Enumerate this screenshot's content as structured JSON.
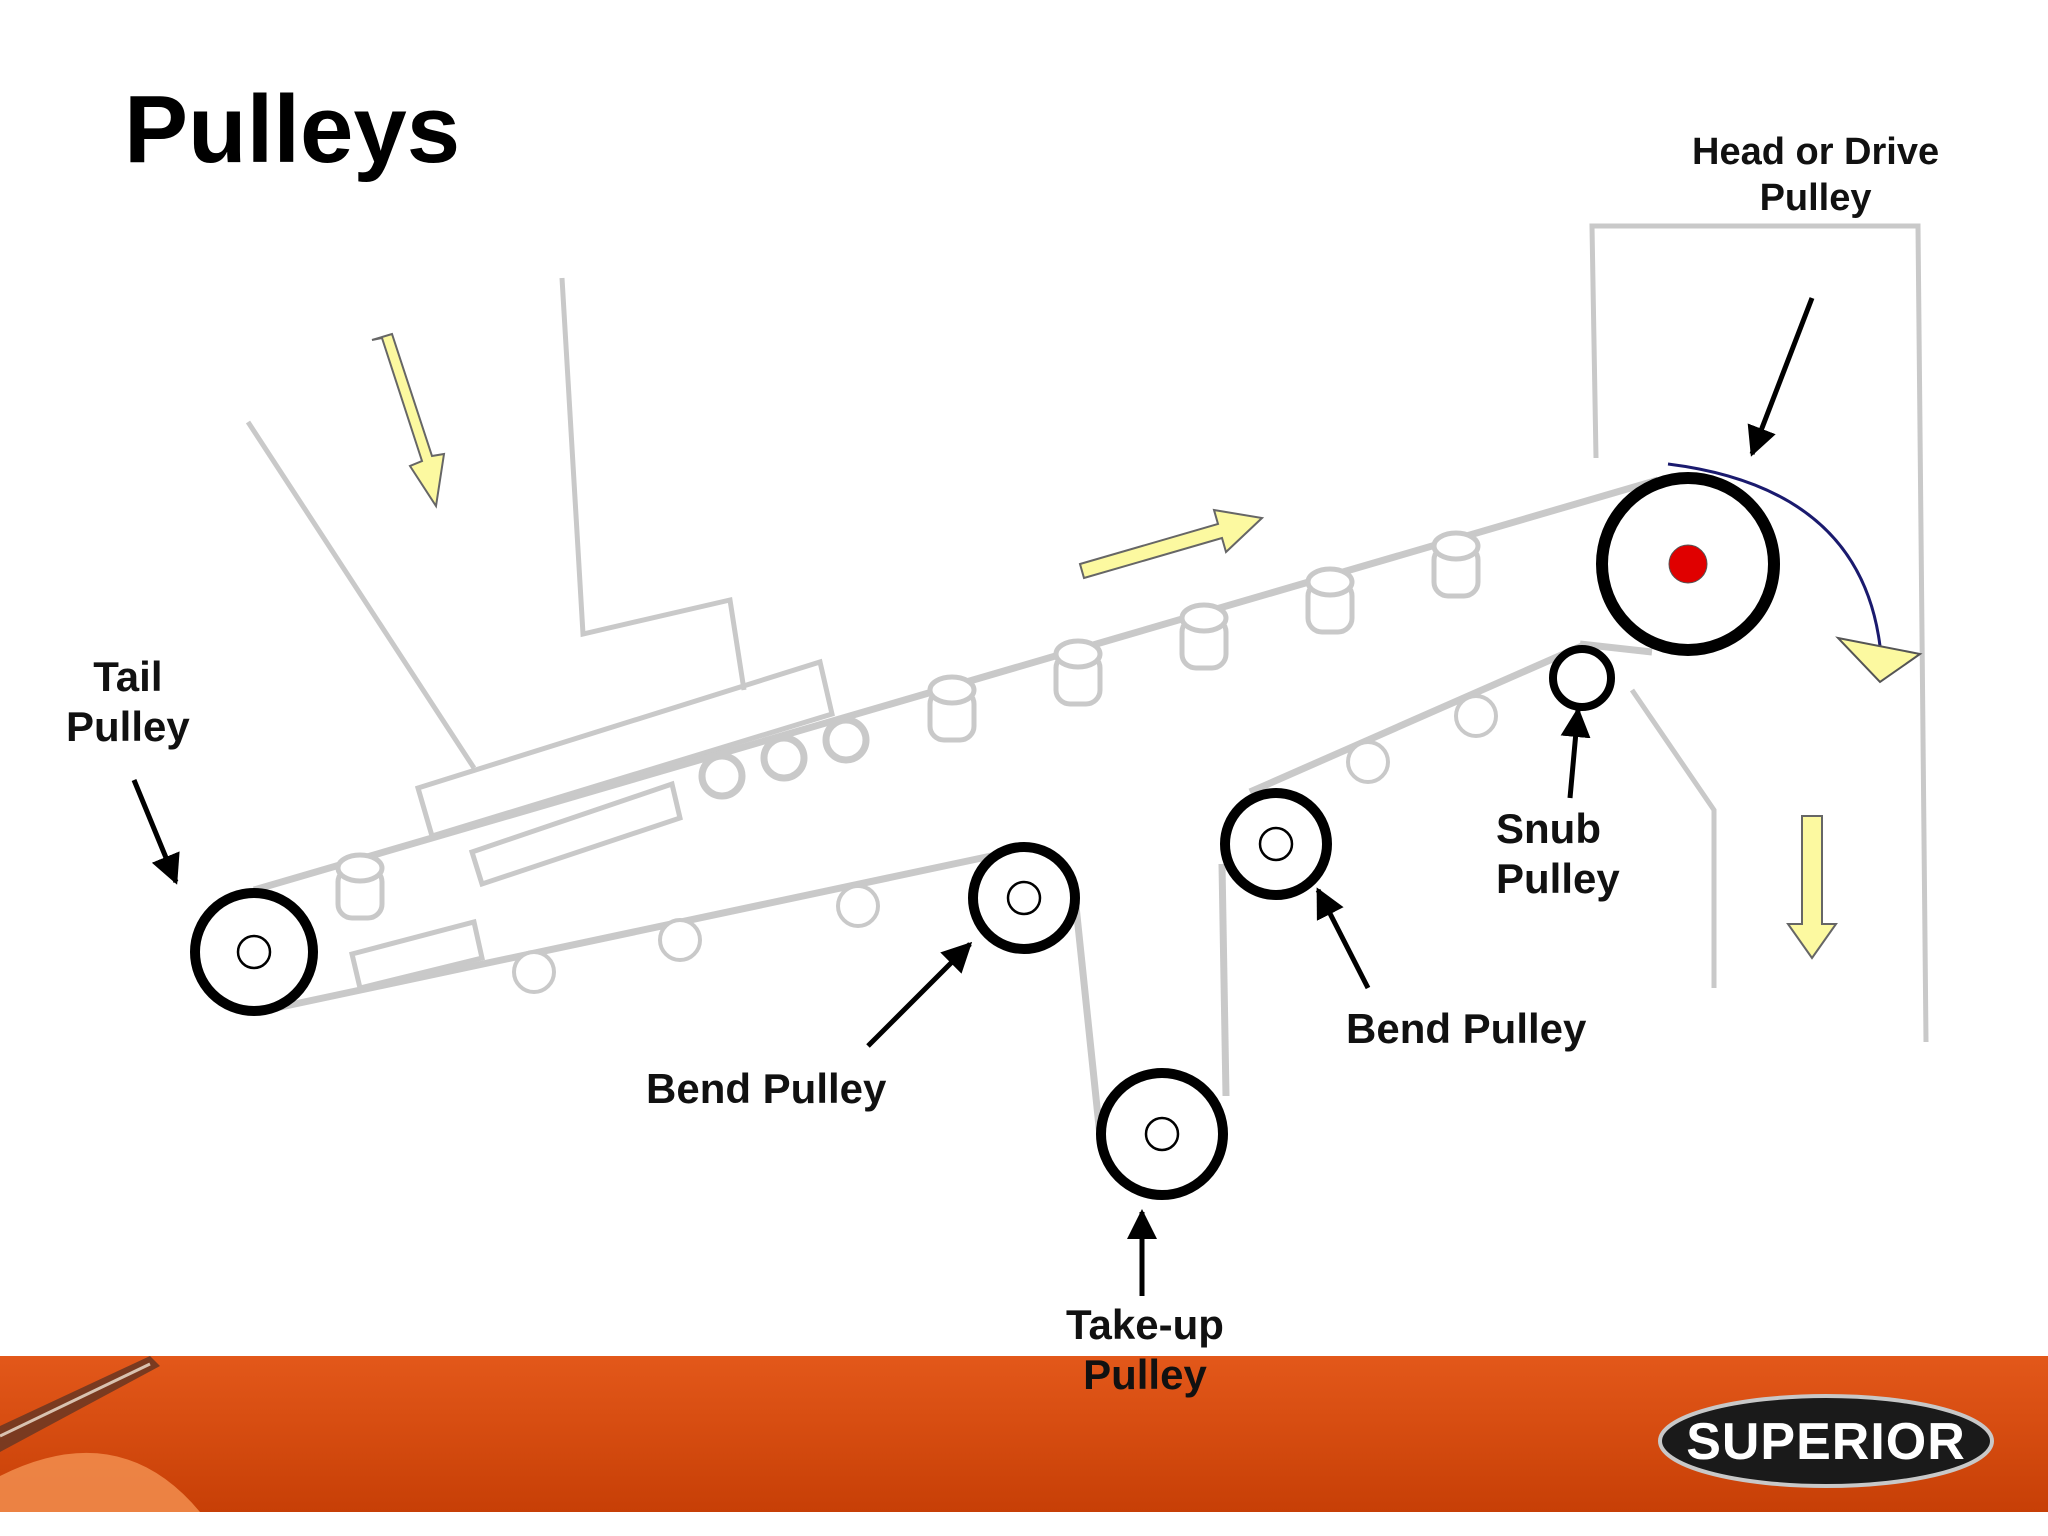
{
  "title": "Pulleys",
  "labels": {
    "tail": [
      "Tail",
      "Pulley"
    ],
    "head": [
      "Head or Drive",
      "Pulley"
    ],
    "snub": [
      "Snub",
      "Pulley"
    ],
    "bend_left": "Bend Pulley",
    "bend_right": "Bend Pulley",
    "takeup": [
      "Take-up",
      "Pulley"
    ]
  },
  "brand": {
    "logo_text": "SUPERIOR",
    "band_color": "#d94a0c",
    "logo_fill": "#1a1a1a"
  },
  "colors": {
    "belt": "#c9c9c9",
    "pulley": "#000000",
    "flow_arrow": "#fcf9a0",
    "drive_axle": "#e00000",
    "rotation": "#1a1a6e"
  },
  "icons": [
    "flow-arrow-icon",
    "rotation-arrow-icon",
    "pointer-arrow-icon"
  ]
}
